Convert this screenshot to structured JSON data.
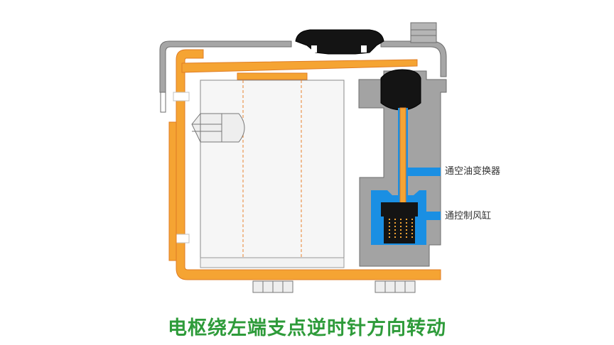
{
  "labels": {
    "oil_converter": "通空油变换器",
    "control_cylinder": "通控制风缸"
  },
  "caption": "电枢绕左端支点逆时针方向转动",
  "colors": {
    "housing": "#a6a6a6",
    "housing_outline": "#6e6e6e",
    "armature": "#f5a433",
    "armature_dark": "#e07d24",
    "coil": "#f6f6f6",
    "valve_body": "#141414",
    "oil_channel": "#1a8fe3",
    "caption": "#2e9b3a"
  },
  "icons": {
    "hinge_bolt": "hex-bolt-icon",
    "top_seal": "seal-cap-icon",
    "mount_nuts": "hex-nut-icon"
  }
}
